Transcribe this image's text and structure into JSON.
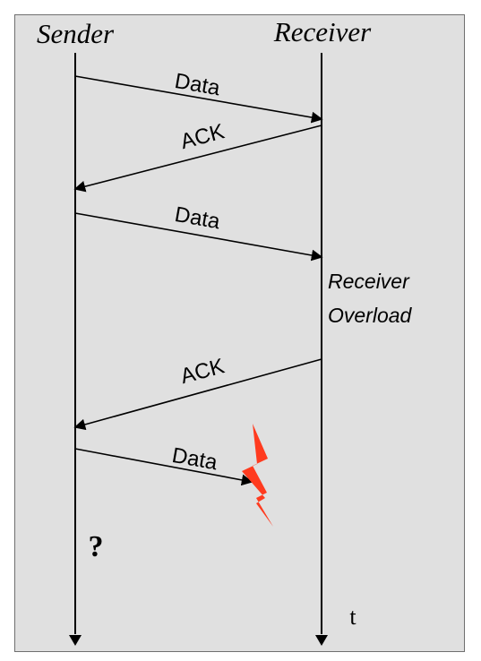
{
  "colors": {
    "background": "#e0e0e0",
    "line": "#000000",
    "lightning": "#ff3b1f"
  },
  "lifelines": {
    "sender": {
      "label": "Sender"
    },
    "receiver": {
      "label": "Receiver"
    }
  },
  "messages": [
    {
      "label": "Data",
      "from": "sender",
      "to": "receiver"
    },
    {
      "label": "ACK",
      "from": "receiver",
      "to": "sender"
    },
    {
      "label": "Data",
      "from": "sender",
      "to": "receiver"
    },
    {
      "label": "ACK",
      "from": "receiver",
      "to": "sender"
    },
    {
      "label": "Data",
      "from": "sender",
      "to": "lost"
    }
  ],
  "annotations": {
    "receiver_state_line1": "Receiver",
    "receiver_state_line2": "Overload",
    "question": "?",
    "time_axis": "t"
  },
  "icons": {
    "loss": "lightning-icon"
  }
}
